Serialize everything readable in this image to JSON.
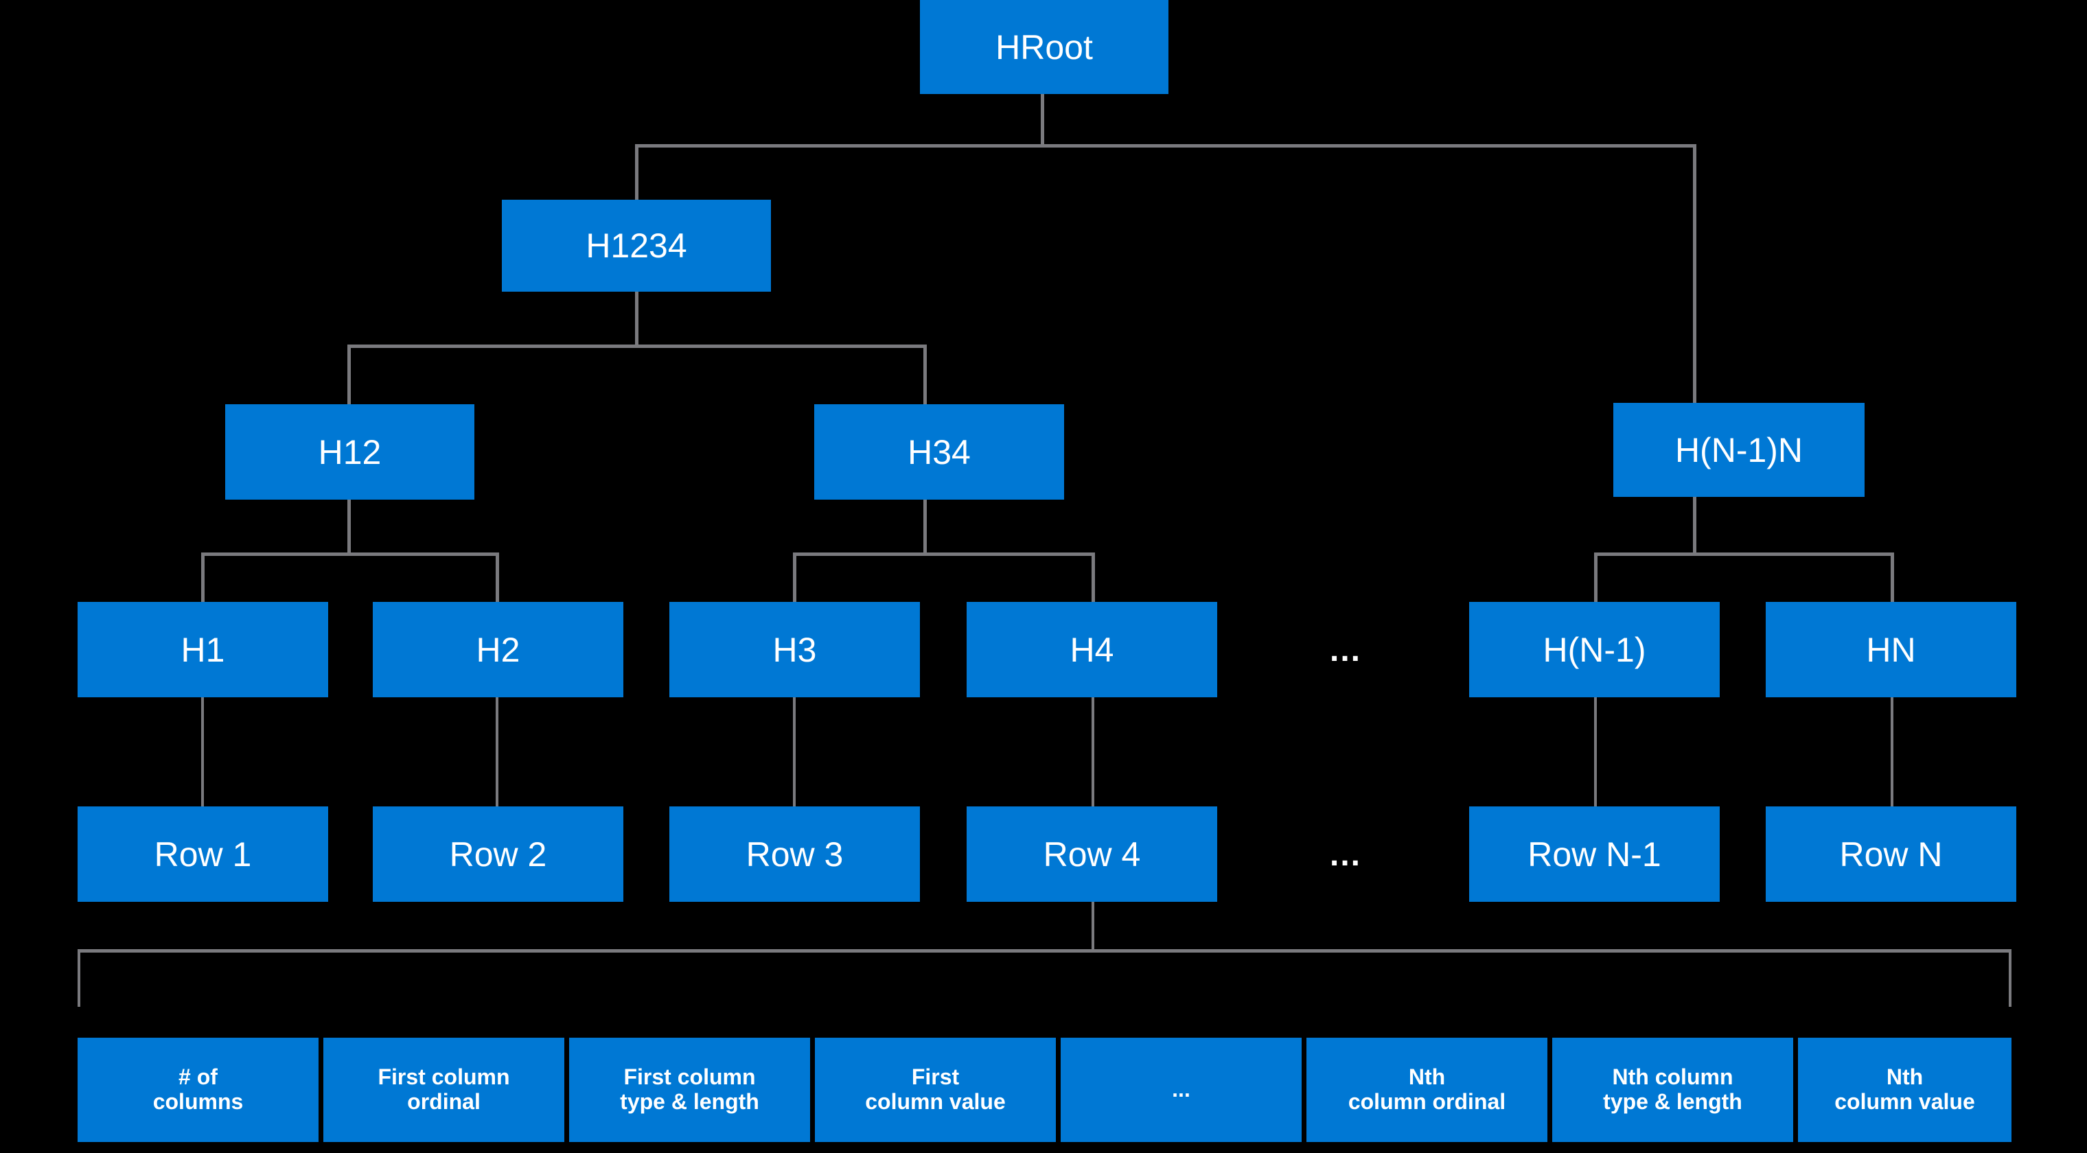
{
  "diagram": {
    "title_visible": false,
    "colors": {
      "node_fill": "#0078D4",
      "node_text": "#FFFFFF",
      "edge": "#7A7A7E",
      "background": "#000000"
    },
    "ellipsis_glyph": "...",
    "levels": {
      "root": {
        "label": "HRoot"
      },
      "level2": [
        {
          "label": "H1234"
        }
      ],
      "level3": [
        {
          "label": "H12"
        },
        {
          "label": "H34"
        },
        {
          "label": "H(N-1)N"
        }
      ],
      "level4": [
        {
          "label": "H1"
        },
        {
          "label": "H2"
        },
        {
          "label": "H3"
        },
        {
          "label": "H4"
        },
        {
          "label": "H(N-1)"
        },
        {
          "label": "HN"
        }
      ],
      "level4_gap_label": "...",
      "rows": [
        {
          "label": "Row 1"
        },
        {
          "label": "Row 2"
        },
        {
          "label": "Row 3"
        },
        {
          "label": "Row 4"
        },
        {
          "label": "Row N-1"
        },
        {
          "label": "Row N"
        }
      ],
      "rows_gap_label": "...",
      "row_detail_cells": [
        {
          "line1": "# of",
          "line2": "columns"
        },
        {
          "line1": "First column",
          "line2": "ordinal"
        },
        {
          "line1": "First column",
          "line2": "type & length"
        },
        {
          "line1": "First",
          "line2": "column value"
        },
        {
          "line1": "",
          "line2": "..."
        },
        {
          "line1": "Nth",
          "line2": "column ordinal"
        },
        {
          "line1": "Nth column",
          "line2": "type & length"
        },
        {
          "line1": "Nth",
          "line2": "column value"
        }
      ]
    }
  }
}
